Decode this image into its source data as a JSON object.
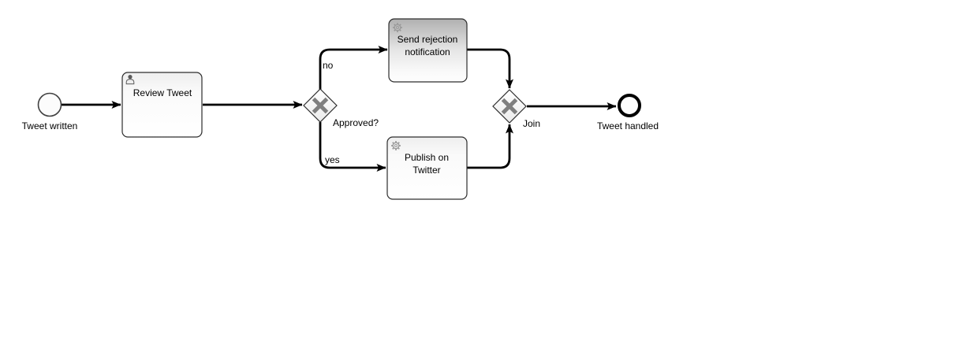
{
  "diagram": {
    "kind": "bpmn-process-flow",
    "colors": {
      "background": "#ffffff",
      "flow": "#000000",
      "node_border": "#2d2d2d",
      "gateway_cross": "#7f7f7f",
      "highlighted_task_top": "#b0b0b0",
      "task_fill": "#fbfbfb",
      "icon_gray": "#9b9b9b",
      "text": "#000000"
    },
    "nodes": {
      "start_event": {
        "type": "start-event",
        "label": "Tweet written"
      },
      "review_tweet_task": {
        "type": "user-task",
        "icon": "user-icon",
        "label": "Review Tweet"
      },
      "approval_gateway": {
        "type": "exclusive-gateway",
        "label": "Approved?"
      },
      "send_rejection_task": {
        "type": "service-task",
        "icon": "gear-icon",
        "label_lines": [
          "Send rejection",
          "notification"
        ]
      },
      "publish_twitter_task": {
        "type": "service-task",
        "icon": "gear-icon",
        "label_lines": [
          "Publish on",
          "Twitter"
        ]
      },
      "join_gateway": {
        "type": "exclusive-gateway",
        "label": "Join"
      },
      "end_event": {
        "type": "end-event",
        "label": "Tweet handled"
      }
    },
    "edge_labels": {
      "no": "no",
      "yes": "yes"
    }
  }
}
